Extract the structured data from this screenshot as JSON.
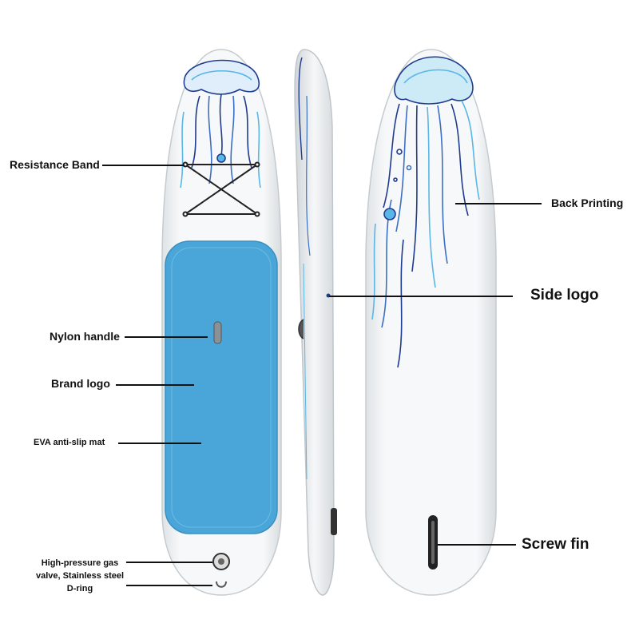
{
  "labels": {
    "resistance_band": "Resistance Band",
    "nylon_handle": "Nylon handle",
    "brand_logo": "Brand logo",
    "eva_mat": "EVA anti-slip mat",
    "valve": "High-pressure gas valve, Stainless steel D-ring",
    "back_printing": "Back Printing",
    "side_logo": "Side logo",
    "screw_fin": "Screw fin"
  },
  "colors": {
    "board": "#f4f6f7",
    "deck_pad": "#4aa6d8",
    "print_dark": "#1e3b8f",
    "print_light": "#58b7e6"
  }
}
